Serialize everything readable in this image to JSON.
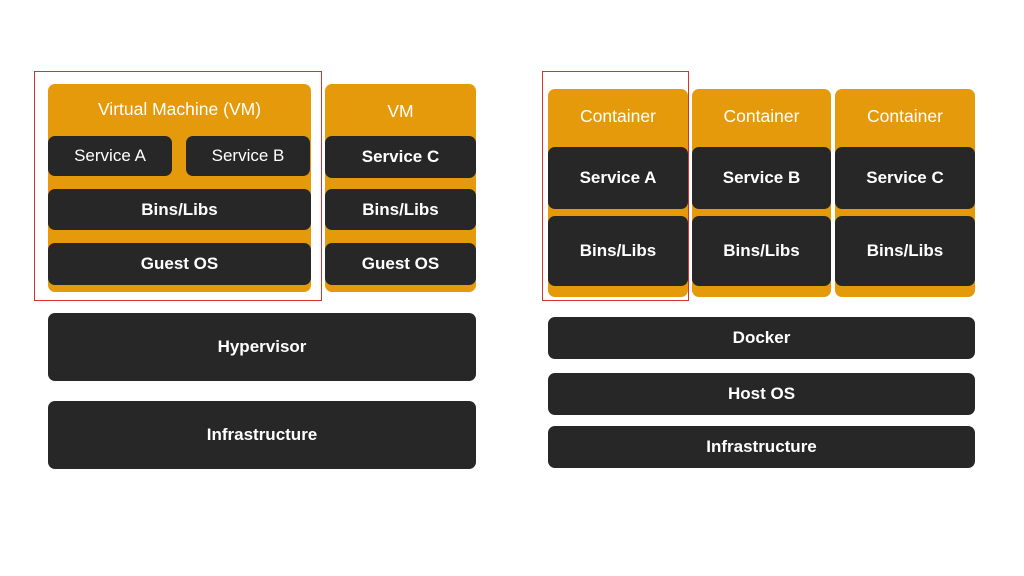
{
  "colors": {
    "orange": "#e59a0c",
    "dark": "#272727",
    "highlight": "#d9312f"
  },
  "vm_side": {
    "vm1": {
      "title": "Virtual Machine (VM)",
      "service_a": "Service A",
      "service_b": "Service B",
      "bins": "Bins/Libs",
      "os": "Guest OS"
    },
    "vm2": {
      "title": "VM",
      "service": "Service C",
      "bins": "Bins/Libs",
      "os": "Guest OS"
    },
    "hypervisor": "Hypervisor",
    "infrastructure": "Infrastructure"
  },
  "container_side": {
    "containers": [
      {
        "title": "Container",
        "service": "Service A",
        "bins": "Bins/Libs"
      },
      {
        "title": "Container",
        "service": "Service B",
        "bins": "Bins/Libs"
      },
      {
        "title": "Container",
        "service": "Service C",
        "bins": "Bins/Libs"
      }
    ],
    "docker": "Docker",
    "host_os": "Host OS",
    "infrastructure": "Infrastructure"
  }
}
